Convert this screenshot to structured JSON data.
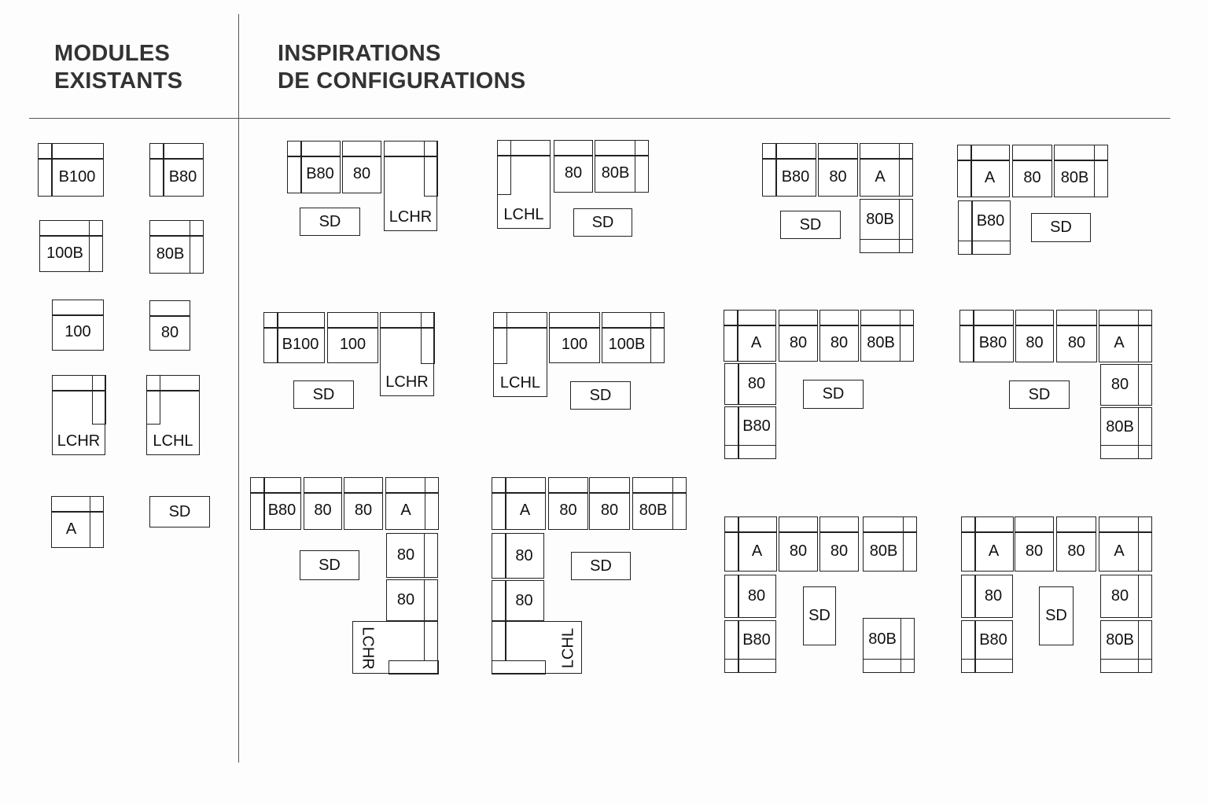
{
  "headings": {
    "modules": [
      "MODULES",
      "EXISTANTS"
    ],
    "inspirations": [
      "INSPIRATIONS",
      "DE CONFIGURATIONS"
    ]
  },
  "modules": [
    "B100",
    "B80",
    "100B",
    "80B",
    "100",
    "80",
    "LCHR",
    "LCHL",
    "A",
    "SD"
  ],
  "configurations": [
    {
      "pieces": [
        "B80",
        "80",
        "LCHR",
        "SD"
      ]
    },
    {
      "pieces": [
        "LCHL",
        "80",
        "80B",
        "SD"
      ]
    },
    {
      "pieces": [
        "B80",
        "80",
        "A",
        "80B",
        "SD"
      ]
    },
    {
      "pieces": [
        "A",
        "80",
        "80B",
        "B80",
        "SD"
      ]
    },
    {
      "pieces": [
        "B100",
        "100",
        "LCHR",
        "SD"
      ]
    },
    {
      "pieces": [
        "LCHL",
        "100",
        "100B",
        "SD"
      ]
    },
    {
      "pieces": [
        "A",
        "80",
        "80",
        "80B",
        "80",
        "B80",
        "SD"
      ]
    },
    {
      "pieces": [
        "B80",
        "80",
        "80",
        "A",
        "80",
        "80B",
        "SD"
      ]
    },
    {
      "pieces": [
        "B80",
        "80",
        "80",
        "A",
        "80",
        "80",
        "LCHR",
        "SD"
      ]
    },
    {
      "pieces": [
        "A",
        "80",
        "80",
        "80B",
        "80",
        "80",
        "LCHL",
        "SD"
      ]
    },
    {
      "pieces": [
        "A",
        "80",
        "80",
        "80B",
        "80",
        "B80",
        "SD",
        "80B"
      ]
    },
    {
      "pieces": [
        "A",
        "80",
        "80",
        "A",
        "80",
        "B80",
        "SD",
        "80",
        "80B"
      ]
    }
  ]
}
